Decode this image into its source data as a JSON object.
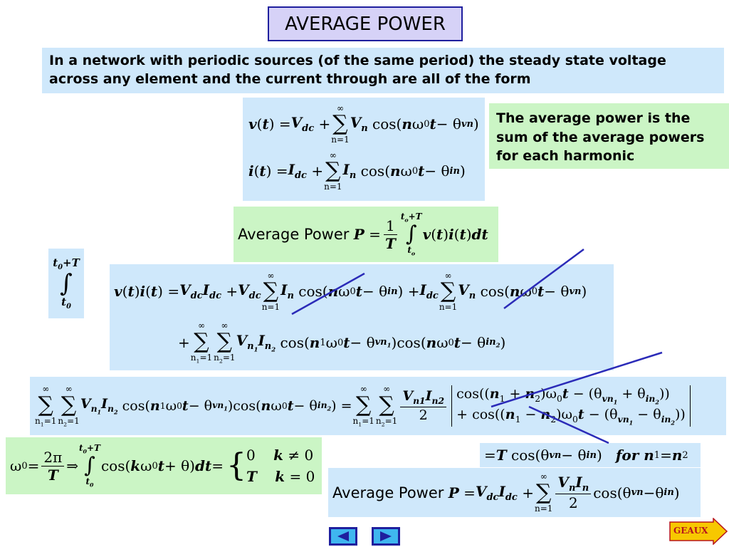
{
  "title": "AVERAGE POWER",
  "intro": "In a network with periodic sources (of the same period) the steady state voltage across any element and the current through are all of the form",
  "side_note": "The average power is the sum of the average powers for each harmonic",
  "labels": {
    "average_power": "Average Power"
  },
  "nav": {
    "geaux": "GEAUX"
  },
  "colors": {
    "light_blue": "#cfe8fb",
    "light_green": "#cbf5c5",
    "title_bg": "#d6d2f7",
    "border_blue": "#1f1f9e",
    "strike_line": "#2b2bb8",
    "geaux_bg": "#f7c800",
    "geaux_text": "#b8151c"
  }
}
